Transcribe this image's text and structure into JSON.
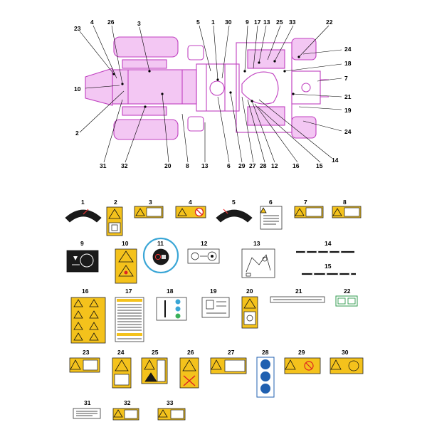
{
  "top_callouts": [
    {
      "label": "23"
    },
    {
      "label": "4"
    },
    {
      "label": "26"
    },
    {
      "label": "3"
    },
    {
      "label": "5"
    },
    {
      "label": "1"
    },
    {
      "label": "30"
    },
    {
      "label": "9"
    },
    {
      "label": "17"
    },
    {
      "label": "13"
    },
    {
      "label": "25"
    },
    {
      "label": "33"
    },
    {
      "label": "22"
    },
    {
      "label": "24"
    },
    {
      "label": "18"
    },
    {
      "label": "10"
    },
    {
      "label": "7"
    },
    {
      "label": "21"
    },
    {
      "label": "19"
    },
    {
      "label": "2"
    },
    {
      "label": "24"
    },
    {
      "label": "14"
    },
    {
      "label": "31"
    },
    {
      "label": "32"
    },
    {
      "label": "20"
    },
    {
      "label": "8"
    },
    {
      "label": "13"
    },
    {
      "label": "6"
    },
    {
      "label": "29"
    },
    {
      "label": "27"
    },
    {
      "label": "28"
    },
    {
      "label": "12"
    },
    {
      "label": "16"
    },
    {
      "label": "15"
    }
  ],
  "labels": [
    {
      "number": "1"
    },
    {
      "number": "2"
    },
    {
      "number": "3"
    },
    {
      "number": "4"
    },
    {
      "number": "5"
    },
    {
      "number": "6"
    },
    {
      "number": "7"
    },
    {
      "number": "8"
    },
    {
      "number": "9"
    },
    {
      "number": "10"
    },
    {
      "number": "11",
      "highlighted": true
    },
    {
      "number": "12"
    },
    {
      "number": "13"
    },
    {
      "number": "14"
    },
    {
      "number": "15"
    },
    {
      "number": "16"
    },
    {
      "number": "17"
    },
    {
      "number": "18"
    },
    {
      "number": "19"
    },
    {
      "number": "20"
    },
    {
      "number": "21"
    },
    {
      "number": "22"
    },
    {
      "number": "23"
    },
    {
      "number": "24"
    },
    {
      "number": "25"
    },
    {
      "number": "26"
    },
    {
      "number": "27"
    },
    {
      "number": "28"
    },
    {
      "number": "29"
    },
    {
      "number": "30"
    },
    {
      "number": "31"
    },
    {
      "number": "32"
    },
    {
      "number": "33"
    }
  ],
  "colors": {
    "tractor_outline": "#c040c0",
    "tractor_fill": "#f3c7f3",
    "decal_yellow": "#f4c21c",
    "highlight_circle": "#3aa6d6"
  },
  "icons": [
    "warning-triangle-icon",
    "tractor-outline-icon",
    "gauge-decal-icon",
    "manual-book-icon"
  ]
}
